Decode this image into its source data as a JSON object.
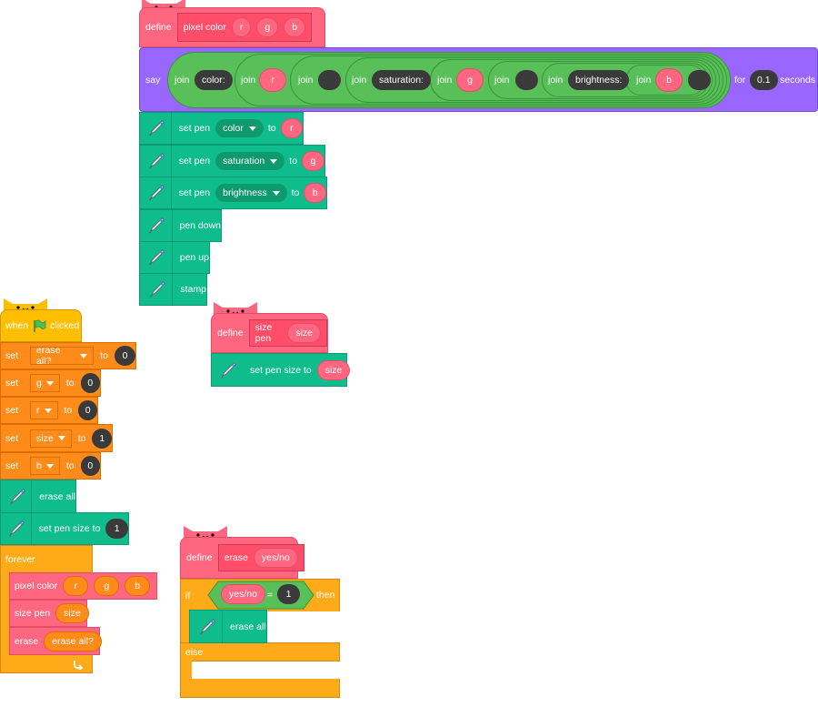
{
  "pixel_color_define": {
    "define_label": "define",
    "proc_name": "pixel color",
    "params": [
      "r",
      "g",
      "b"
    ]
  },
  "say_block": {
    "say_label": "say",
    "join_label": "join",
    "color_text": "color:",
    "r": "r",
    "saturation_text": "saturation:",
    "g": "g",
    "brightness_text": "brightness:",
    "b": "b",
    "for_label": "for",
    "secs_value": "0.1",
    "seconds_label": "seconds"
  },
  "pen_blocks": {
    "set_pen_label": "set pen",
    "to_label": "to",
    "color_option": "color",
    "saturation_option": "saturation",
    "brightness_option": "brightness",
    "r": "r",
    "g": "g",
    "b": "b",
    "pen_down": "pen down",
    "pen_up": "pen up",
    "stamp": "stamp"
  },
  "size_pen_define": {
    "define_label": "define",
    "proc_name": "size pen",
    "param": "size",
    "set_pen_size_label": "set pen size to",
    "size_arg": "size"
  },
  "main_script": {
    "when_label": "when",
    "clicked_label": "clicked",
    "set_label": "set",
    "to_label": "to",
    "sets": [
      {
        "var": "erase all?",
        "value": "0"
      },
      {
        "var": "g",
        "value": "0"
      },
      {
        "var": "r",
        "value": "0"
      },
      {
        "var": "size",
        "value": "1"
      },
      {
        "var": "b",
        "value": "0"
      }
    ],
    "erase_all": "erase all",
    "set_pen_size_label": "set pen size to",
    "pen_size_value": "1",
    "forever_label": "forever",
    "call_pixel_color": "pixel color",
    "call_args": [
      "r",
      "g",
      "b"
    ],
    "call_size_pen": "size pen",
    "size_arg": "size",
    "call_erase": "erase",
    "erase_arg": "erase all?"
  },
  "erase_define": {
    "define_label": "define",
    "proc_name": "erase",
    "param": "yes/no",
    "if_label": "if",
    "cond_var": "yes/no",
    "equals": "=",
    "cond_value": "1",
    "then_label": "then",
    "erase_all": "erase all",
    "else_label": "else"
  },
  "colors": {
    "define": "#ff6680",
    "pen": "#0fbd8c",
    "event": "#ffbf00",
    "control": "#ffab19",
    "variables": "#ff8c1a",
    "looks": "#9966ff",
    "operators": "#59c059"
  }
}
